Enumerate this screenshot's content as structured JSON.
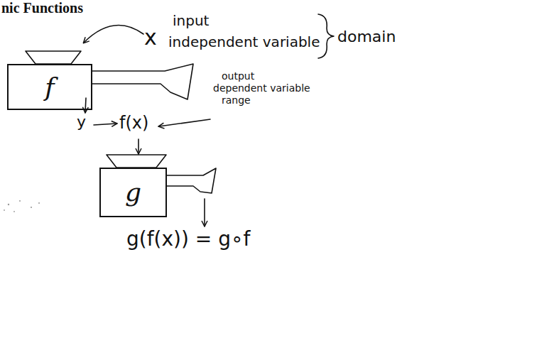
{
  "diagram": {
    "title": "nic Functions",
    "nodes": [
      {
        "text": [
          "f"
        ]
      },
      {
        "text": [
          "g"
        ]
      }
    ],
    "labels": [
      "x",
      "input",
      "independent variable",
      "domain",
      "y",
      "f(x)",
      "output",
      "dependent variable",
      "range",
      "g(f(x)) = g∘f"
    ]
  }
}
